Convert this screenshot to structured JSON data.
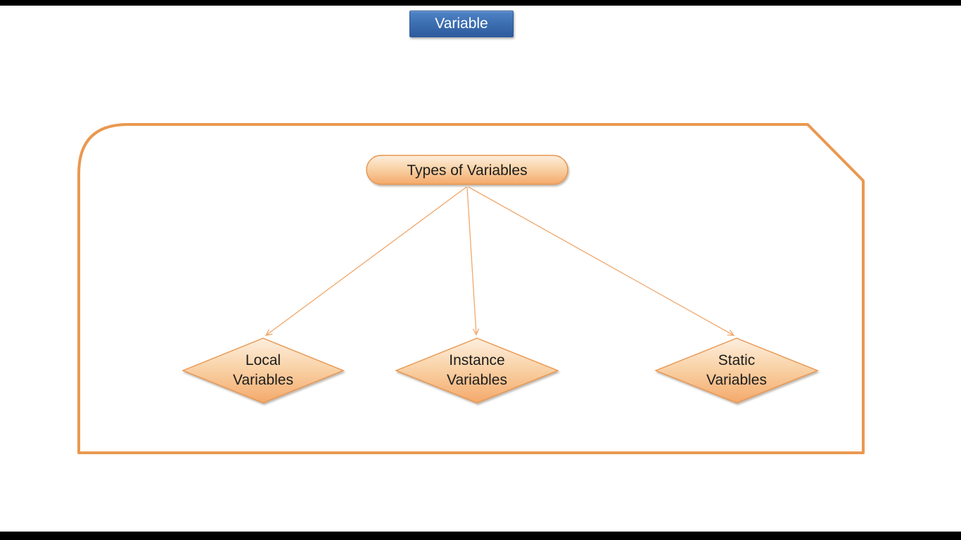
{
  "slide": {
    "header_shape": {
      "label": "Variable"
    },
    "diagram": {
      "root": {
        "label": "Types of Variables"
      },
      "children": [
        {
          "line1": "Local",
          "line2": "Variables"
        },
        {
          "line1": "Instance",
          "line2": "Variables"
        },
        {
          "line1": "Static",
          "line2": "Variables"
        }
      ]
    },
    "colors": {
      "header_fill_top": "#4f84c6",
      "header_fill_bottom": "#2e5c9d",
      "header_border": "#2b5896",
      "header_text": "#ffffff",
      "shape_fill_top": "#fdeede",
      "shape_fill_bottom": "#f4a96b",
      "shape_border": "#e8964f",
      "container_border": "#ea9850",
      "arrow": "#f0a76c",
      "label_text": "#1c1c1c",
      "letterbox": "#000000",
      "background": "#ffffff"
    }
  }
}
